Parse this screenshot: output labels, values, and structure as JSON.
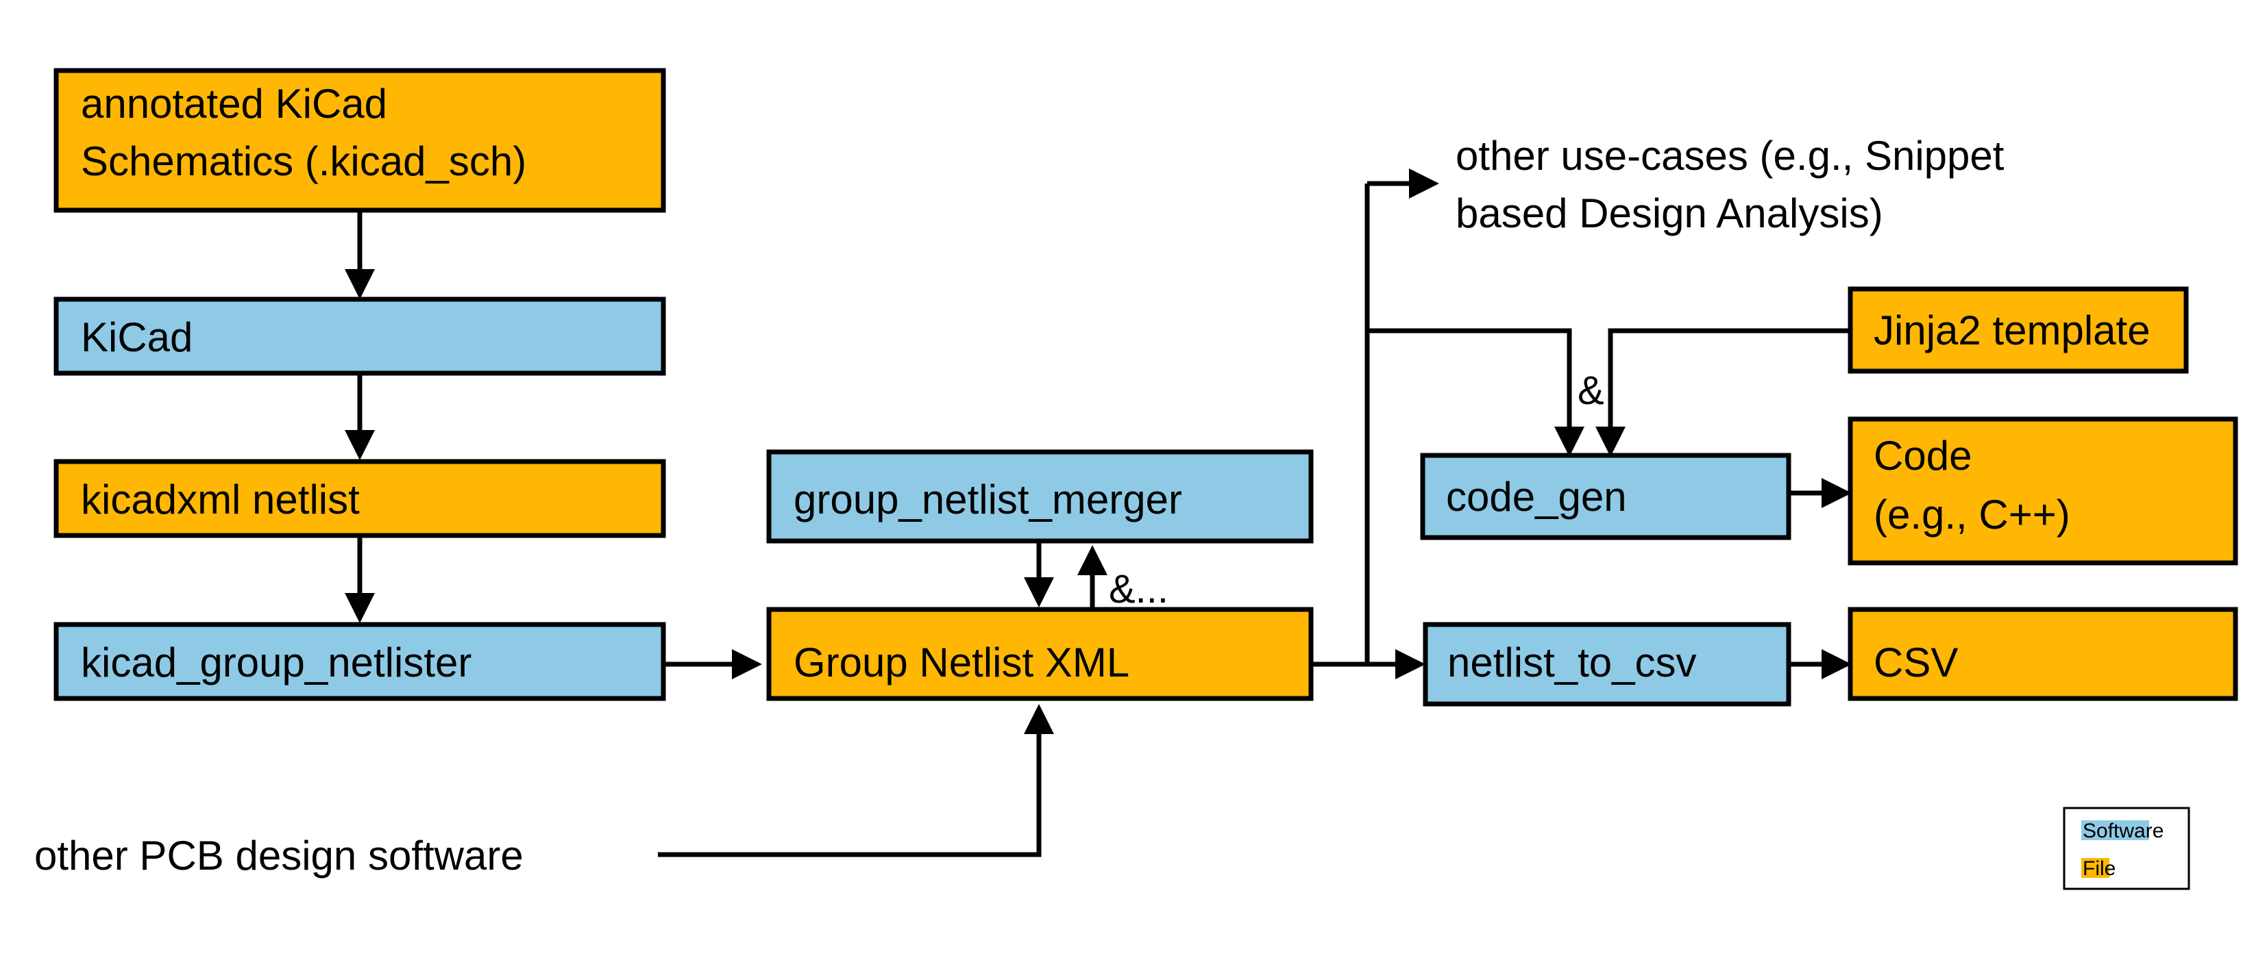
{
  "diagram": {
    "title": "KiCad group netlist toolchain flow",
    "colors": {
      "software": "#8ecae6",
      "file": "#ffb703",
      "stroke": "#000000",
      "background": "#ffffff"
    },
    "nodes": {
      "annotated_schematics": {
        "label_line1": "annotated KiCad",
        "label_line2": "Schematics (.kicad_sch)",
        "kind": "File"
      },
      "kicad": {
        "label": "KiCad",
        "kind": "Software"
      },
      "kicadxml_netlist": {
        "label": "kicadxml netlist",
        "kind": "File"
      },
      "kicad_group_netlister": {
        "label": "kicad_group_netlister",
        "kind": "Software"
      },
      "group_netlist_merger": {
        "label": "group_netlist_merger",
        "kind": "Software"
      },
      "group_netlist_xml": {
        "label": "Group Netlist XML",
        "kind": "File"
      },
      "jinja2_template": {
        "label": "Jinja2 template",
        "kind": "File"
      },
      "code_gen": {
        "label": "code_gen",
        "kind": "Software"
      },
      "code_output": {
        "label_line1": "Code",
        "label_line2": "(e.g., C++)",
        "kind": "File"
      },
      "netlist_to_csv": {
        "label": "netlist_to_csv",
        "kind": "Software"
      },
      "csv_output": {
        "label": "CSV",
        "kind": "File"
      }
    },
    "free_labels": {
      "other_use_cases_line1": "other use-cases (e.g., Snippet",
      "other_use_cases_line2": "based Design Analysis)",
      "other_pcb_design_software": "other PCB design software"
    },
    "edge_labels": {
      "merger_loop": "&...",
      "code_gen_inputs": "&"
    },
    "legend": {
      "software_label": "Software",
      "file_label": "File"
    }
  }
}
